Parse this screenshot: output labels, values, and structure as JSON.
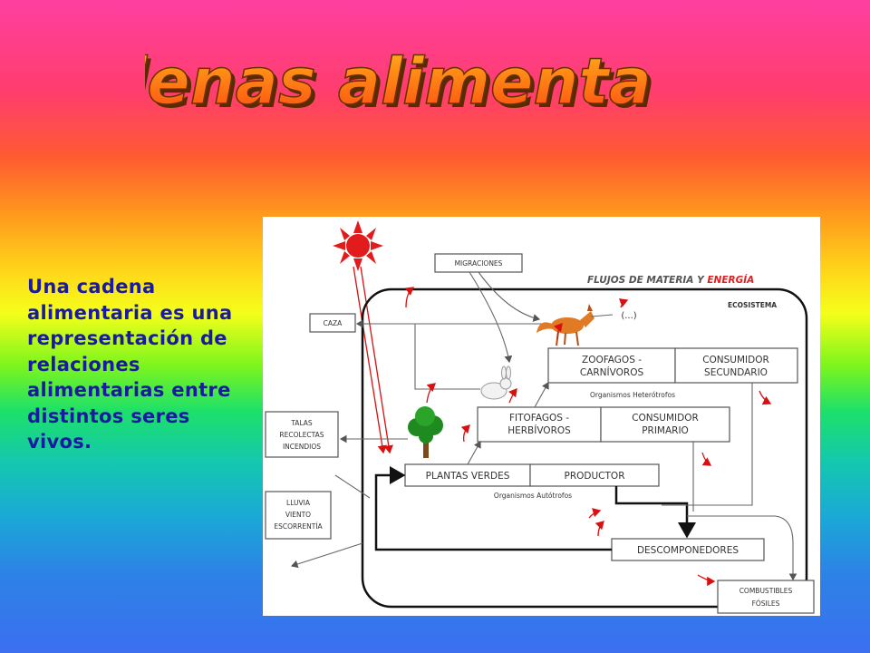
{
  "title": "Cadenas alimentarias",
  "description": "Una cadena alimentaria es una representación de relaciones alimentarias entre distintos seres vivos.",
  "diagram": {
    "heading_part1": "FLUJOS DE MATERIA Y",
    "heading_part2": "ENERGÍA",
    "ecosystem_label": "ECOSISTEMA",
    "migraciones": "MIGRACIONES",
    "caza": "CAZA",
    "talas": [
      "TALAS",
      "RECOLECTAS",
      "INCENDIOS"
    ],
    "lluvia": [
      "LLUVIA",
      "VIENTO",
      "ESCORRENTÍA"
    ],
    "ellipsis": "(...)",
    "zoofagos": [
      "ZOOFAGOS -",
      "CARNÍVOROS"
    ],
    "consumidor_secundario": [
      "CONSUMIDOR",
      "SECUNDARIO"
    ],
    "heterotrofos": "Organismos Heterótrofos",
    "fitofagos": [
      "FITOFAGOS -",
      "HERBÍVOROS"
    ],
    "consumidor_primario": [
      "CONSUMIDOR",
      "PRIMARIO"
    ],
    "plantas": "PLANTAS VERDES",
    "productor": "PRODUCTOR",
    "autotrofos": "Organismos Autótrofos",
    "descomponedores": "DESCOMPONEDORES",
    "combustibles": [
      "COMBUSTIBLES",
      "FÓSILES"
    ]
  },
  "colors": {
    "title_fill": "#ff6a1a",
    "text": "#1a1aa0",
    "energy_red": "#d81010",
    "sun": "#e21c1c"
  }
}
